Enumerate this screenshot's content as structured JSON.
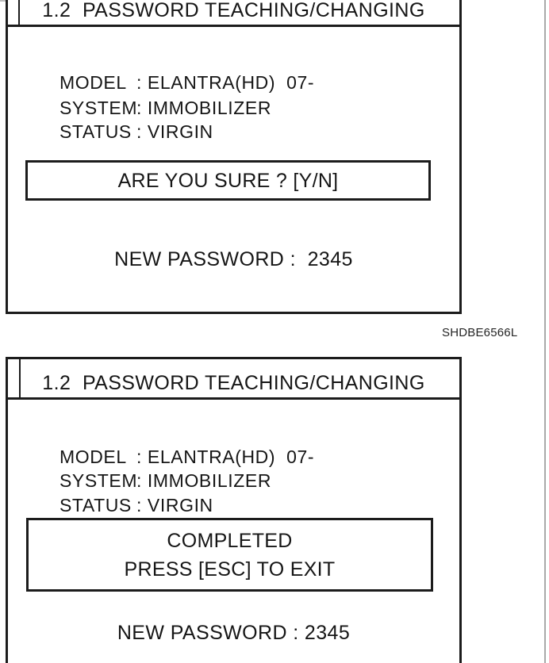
{
  "figure_code": "SHDBE6566L",
  "colors": {
    "ink": "#1c1c1c",
    "page_edge_line": "#a9a9a9",
    "background": "#ffffff"
  },
  "panels": [
    {
      "title": "1.2  PASSWORD TEACHING/CHANGING",
      "fields": [
        {
          "label": "MODEL",
          "value": ": ELANTRA(HD)  07-"
        },
        {
          "label": "SYSTEM",
          "value": ": IMMOBILIZER"
        },
        {
          "label": "STATUS",
          "value": ": VIRGIN"
        }
      ],
      "dialog_lines": [
        "ARE YOU SURE ? [Y/N]"
      ],
      "password_line": "NEW PASSWORD :  2345"
    },
    {
      "title": "1.2  PASSWORD TEACHING/CHANGING",
      "fields": [
        {
          "label": "MODEL",
          "value": ": ELANTRA(HD)  07-"
        },
        {
          "label": "SYSTEM",
          "value": ": IMMOBILIZER"
        },
        {
          "label": "STATUS",
          "value": ": VIRGIN"
        }
      ],
      "dialog_lines": [
        "COMPLETED",
        "PRESS [ESC] TO EXIT"
      ],
      "password_line": "NEW PASSWORD : 2345"
    }
  ]
}
